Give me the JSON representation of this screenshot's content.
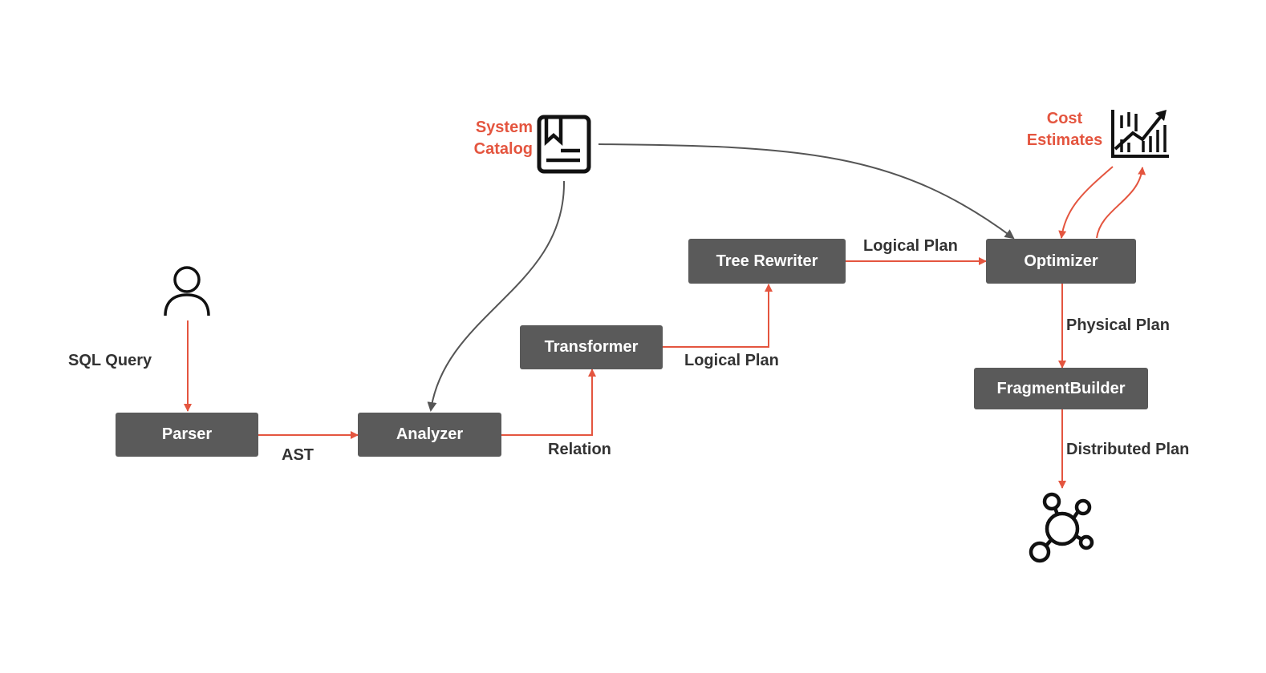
{
  "nodes": {
    "parser": "Parser",
    "analyzer": "Analyzer",
    "transformer": "Transformer",
    "tree_rewriter": "Tree Rewriter",
    "optimizer": "Optimizer",
    "fragment_builder": "FragmentBuilder"
  },
  "edges": {
    "sql_query": "SQL Query",
    "ast": "AST",
    "relation": "Relation",
    "logical_plan_1": "Logical Plan",
    "logical_plan_2": "Logical Plan",
    "physical_plan": "Physical Plan",
    "distributed_plan": "Distributed Plan"
  },
  "sources": {
    "system_catalog_line1": "System",
    "system_catalog_line2": "Catalog",
    "cost_estimates_line1": "Cost",
    "cost_estimates_line2": "Estimates"
  },
  "icons": {
    "user": "user-icon",
    "catalog": "bookmark-document-icon",
    "cost": "chart-trend-icon",
    "cluster": "network-hub-icon"
  },
  "colors": {
    "node_fill": "#5a5a5a",
    "flow_arrow": "#e4553f",
    "catalog_arrow": "#5a5a5a",
    "highlight_text": "#e4553f",
    "label_text": "#333333"
  }
}
